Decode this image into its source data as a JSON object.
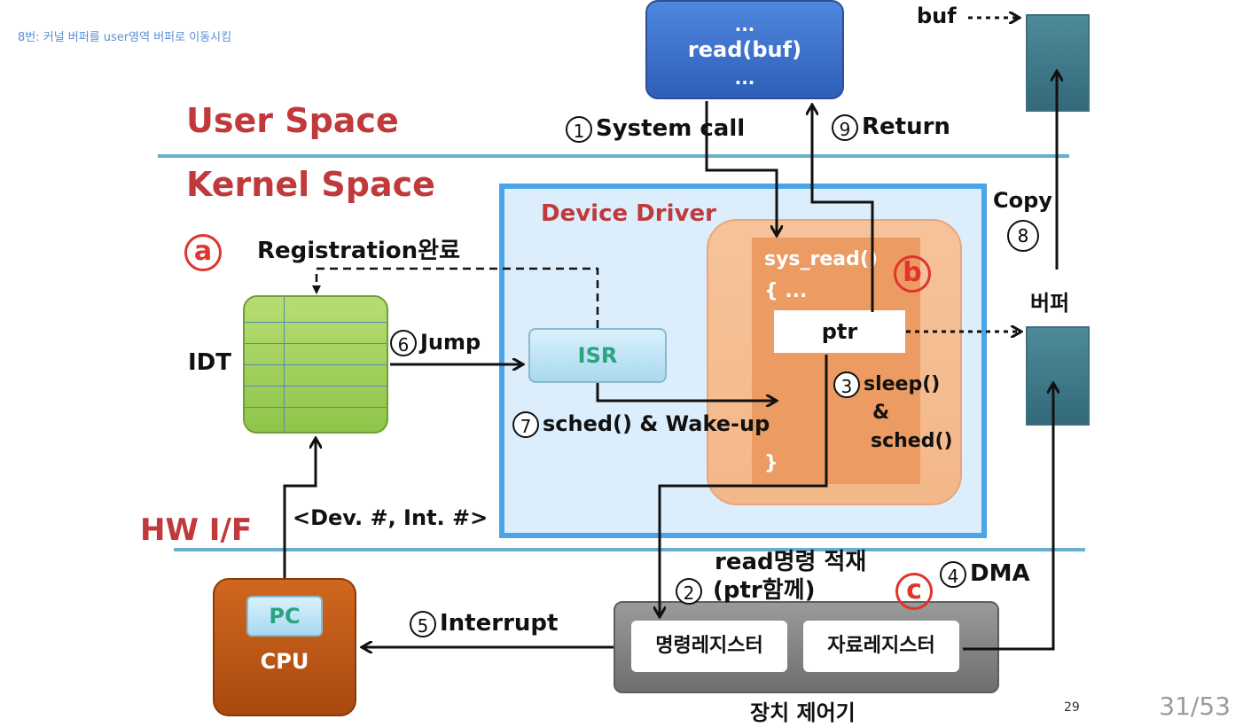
{
  "top_note": "8번: 커널 버퍼를 user영역 버퍼로 이동시킴",
  "zones": {
    "user": "User Space",
    "kernel": "Kernel Space",
    "hw": "HW I/F"
  },
  "user_box": {
    "dots_top": "...",
    "call": "read(buf)",
    "dots_bottom": "..."
  },
  "buf_label": "buf",
  "steps": {
    "s1": {
      "num": "1",
      "label": "System call"
    },
    "s2": {
      "num": "2",
      "label_line1": "read명령 적재",
      "label_line2": "(ptr함께)"
    },
    "s3": {
      "num": "3",
      "label_line1": "sleep()",
      "label_line2": "&",
      "label_line3": "sched()"
    },
    "s4": {
      "num": "4",
      "label": "DMA"
    },
    "s5": {
      "num": "5",
      "label": "Interrupt"
    },
    "s6": {
      "num": "6",
      "label": "Jump"
    },
    "s7": {
      "num": "7",
      "label": "sched() & Wake-up"
    },
    "s8": {
      "num": "8",
      "label": "Copy"
    },
    "s9": {
      "num": "9",
      "label": "Return"
    }
  },
  "markers": {
    "a": "a",
    "b": "b",
    "c": "c"
  },
  "registration": "Registration완료",
  "device_driver": "Device Driver",
  "sys_read": {
    "line1": "sys_read()",
    "line2": "{  ...",
    "close": "}"
  },
  "ptr": "ptr",
  "idt": "IDT",
  "isr": "ISR",
  "buffer_label": "버퍼",
  "dev_int": "<Dev. #, Int. #>",
  "cpu": {
    "pc": "PC",
    "label": "CPU"
  },
  "controller": {
    "cmd_reg": "명령레지스터",
    "data_reg": "자료레지스터",
    "label": "장치 제어기"
  },
  "slide_number": "29",
  "page_counter": "31/53"
}
